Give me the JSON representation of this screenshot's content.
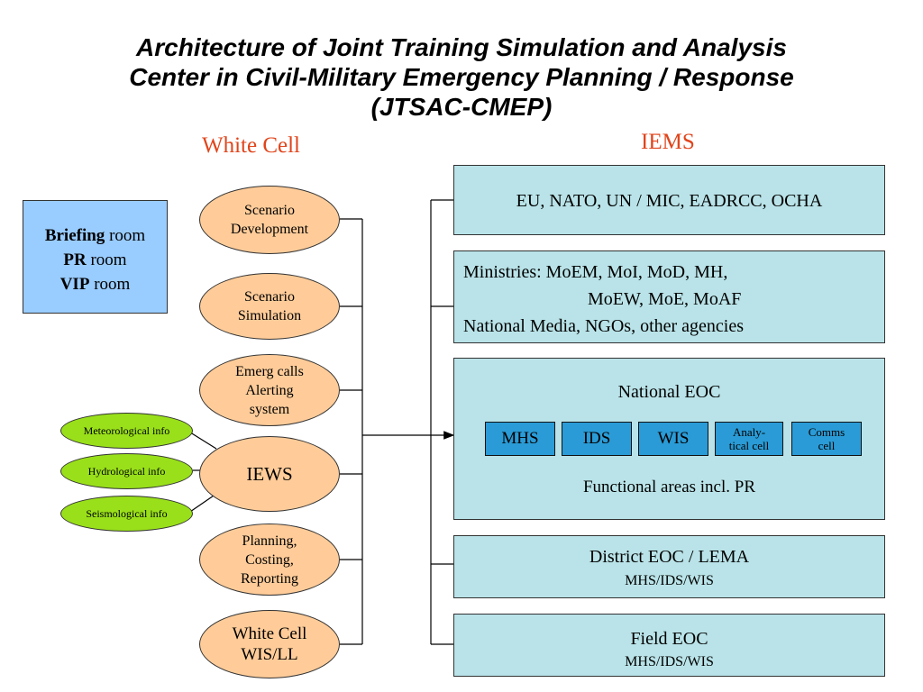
{
  "title": {
    "line1": "Architecture of Joint Training Simulation and Analysis",
    "line2": "Center in Civil-Military Emergency Planning / Response",
    "line3": "(JTSAC-CMEP)"
  },
  "headings": {
    "white_cell": "White Cell",
    "iems": "IEMS"
  },
  "rooms": [
    {
      "bold": "Briefing",
      "rest": " room"
    },
    {
      "bold": "PR",
      "rest": " room"
    },
    {
      "bold": "VIP",
      "rest": " room"
    }
  ],
  "ovals": {
    "scenario_development": "Scenario\nDevelopment",
    "scenario_simulation": "Scenario\nSimulation",
    "emerg_calls": "Emerg calls\nAlerting\nsystem",
    "iews": "IEWS",
    "planning": "Planning,\nCosting,\nReporting",
    "white_cell_wis": "White Cell\nWIS/LL"
  },
  "inputs": {
    "meteorological": "Meteorological info",
    "hydrological": "Hydrological info",
    "seismological": "Seismological info"
  },
  "iems_boxes": {
    "international": "EU, NATO, UN / MIC, EADRCC, OCHA",
    "ministries_line1": "Ministries: MoEM, MoI, MoD, MH,",
    "ministries_line2": "MoEW, MoE, MoAF",
    "ministries_line3": "National Media, NGOs, other agencies",
    "national_eoc": "National EOC",
    "national_eoc_footer": "Functional areas incl. PR",
    "district_eoc": "District EOC / LEMA",
    "district_eoc_sub": "MHS/IDS/WIS",
    "field_eoc": "Field EOC",
    "field_eoc_sub": "MHS/IDS/WIS"
  },
  "eoc_units": {
    "mhs": "MHS",
    "ids": "IDS",
    "wis": "WIS",
    "analytical": "Analy-tical cell",
    "comms": "Comms cell"
  },
  "colors": {
    "oval_fill": "#ffcc99",
    "green_fill": "#99e01a",
    "room_box_fill": "#99ccff",
    "iems_box_fill": "#b9e3e8",
    "unit_fill": "#2a9bd6",
    "heading_color": "#e0451c"
  }
}
